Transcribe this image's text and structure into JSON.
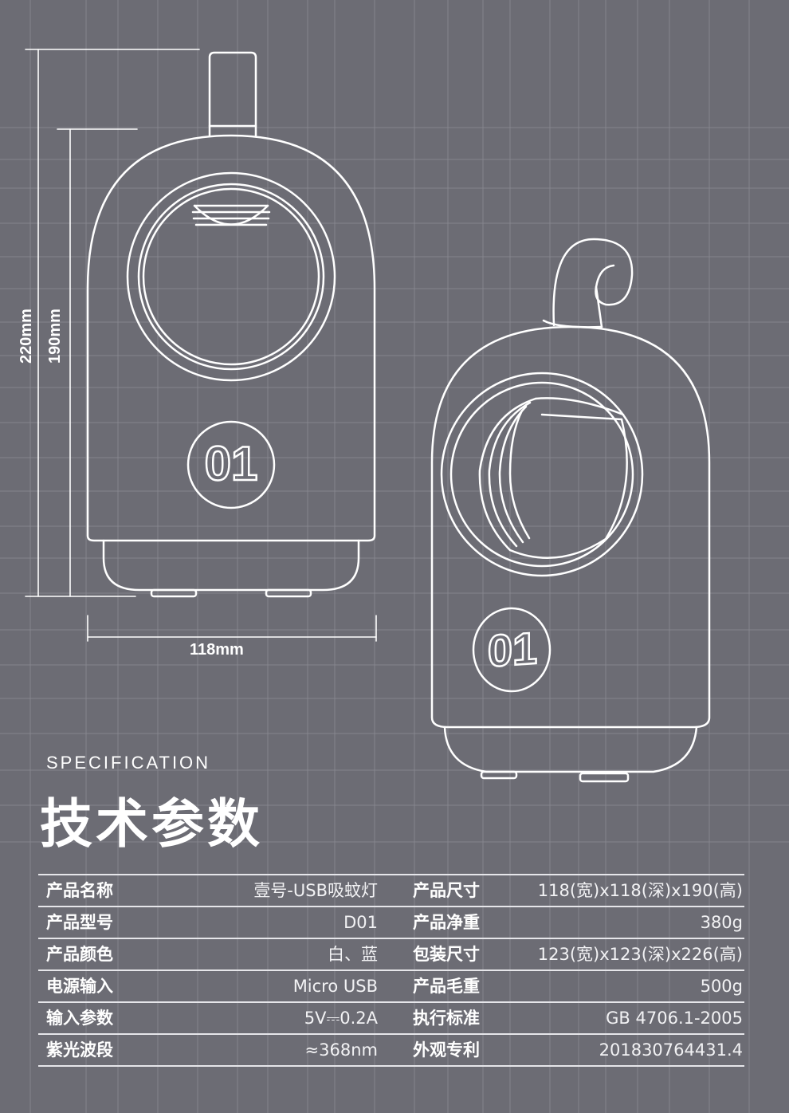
{
  "dimensions": {
    "height_total": "220mm",
    "height_body": "190mm",
    "width": "118mm"
  },
  "device_badge": "01",
  "heading": {
    "english": "SPECIFICATION",
    "chinese": "技术参数"
  },
  "specs": [
    {
      "k1": "产品名称",
      "v1": "壹号-USB吸蚊灯",
      "k2": "产品尺寸",
      "v2": "118(宽)x118(深)x190(高)"
    },
    {
      "k1": "产品型号",
      "v1": "D01",
      "k2": "产品净重",
      "v2": "380g"
    },
    {
      "k1": "产品颜色",
      "v1": "白、蓝",
      "k2": "包装尺寸",
      "v2": "123(宽)x123(深)x226(高)"
    },
    {
      "k1": "电源输入",
      "v1": "Micro USB",
      "k2": "产品毛重",
      "v2": "500g"
    },
    {
      "k1": "输入参数",
      "v1": "5V⎓0.2A",
      "k2": "执行标准",
      "v2": "GB 4706.1-2005"
    },
    {
      "k1": "紫光波段",
      "v1": "≈368nm",
      "k2": "外观专利",
      "v2": "201830764431.4"
    }
  ],
  "colors": {
    "background": "#6c6c74",
    "line": "#ffffff"
  }
}
